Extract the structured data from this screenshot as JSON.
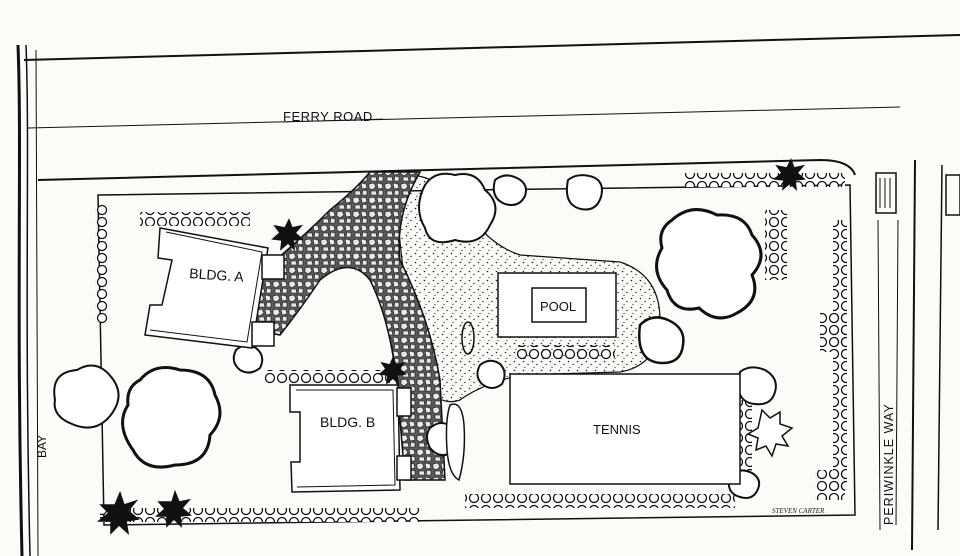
{
  "plan": {
    "streets": {
      "north": "FERRY ROAD",
      "east": "PERIWINKLE WAY",
      "west": "BAY"
    },
    "buildings": {
      "a": "BLDG. A",
      "b": "BLDG. B"
    },
    "amenities": {
      "pool": "POOL",
      "tennis": "TENNIS"
    },
    "signature": "STEVEN CARTER"
  },
  "colors": {
    "ink": "#111111",
    "paper": "#fbfbf8"
  }
}
